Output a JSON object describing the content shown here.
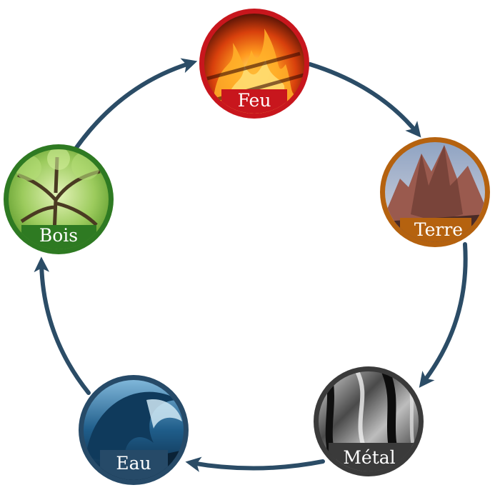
{
  "elements": [
    {
      "id": "feu",
      "label": "Feu",
      "color": "#c8161d",
      "picture": "fire"
    },
    {
      "id": "terre",
      "label": "Terre",
      "color": "#b5620f",
      "picture": "rock-mountain"
    },
    {
      "id": "metal",
      "label": "Métal",
      "color": "#3a3a3a",
      "picture": "liquid-metal"
    },
    {
      "id": "eau",
      "label": "Eau",
      "color": "#264a68",
      "picture": "ocean-wave"
    },
    {
      "id": "bois",
      "label": "Bois",
      "color": "#2e7a22",
      "picture": "tree"
    }
  ],
  "cycle_arrows": [
    {
      "from": "feu",
      "to": "terre"
    },
    {
      "from": "terre",
      "to": "metal"
    },
    {
      "from": "metal",
      "to": "eau"
    },
    {
      "from": "eau",
      "to": "bois"
    },
    {
      "from": "bois",
      "to": "feu"
    }
  ],
  "arrow_color": "#2b4c66"
}
